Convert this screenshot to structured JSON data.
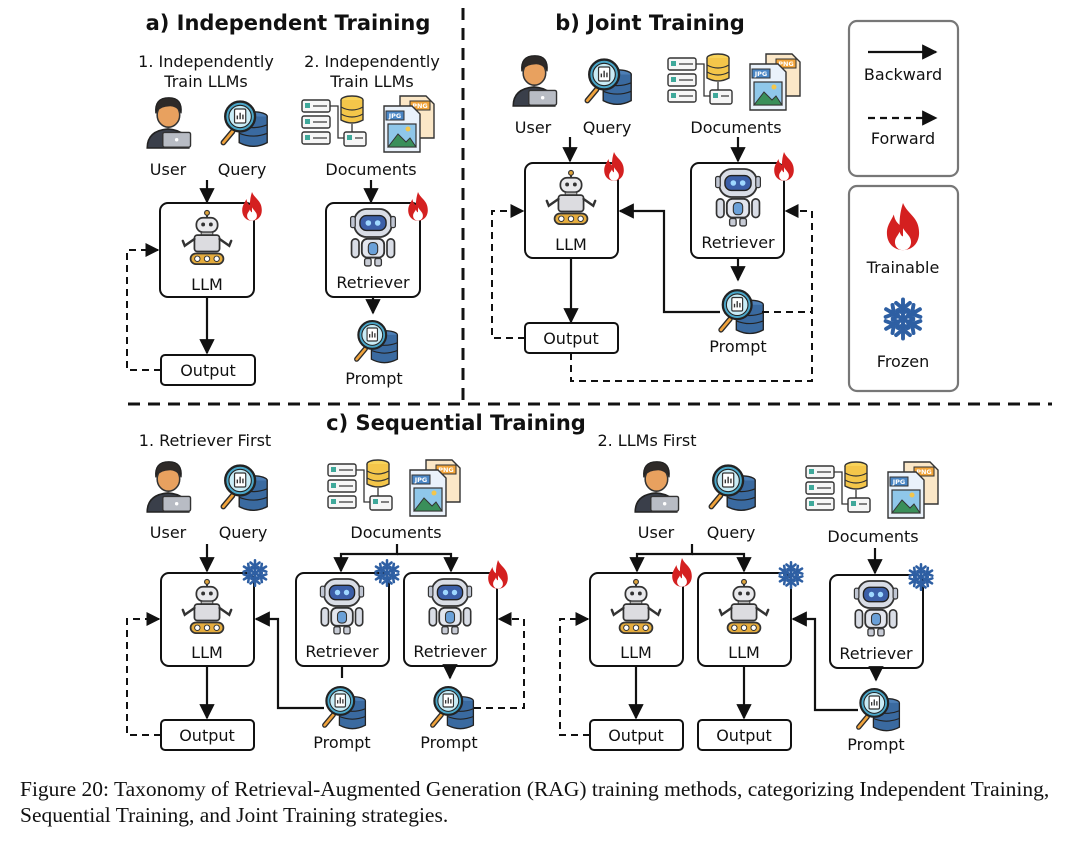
{
  "sections": {
    "independent": {
      "title": "a) Independent Training",
      "subtitle_1": [
        "1. Independently",
        "Train LLMs"
      ],
      "subtitle_2": [
        "2. Independently",
        "Train LLMs"
      ],
      "user": "User",
      "query": "Query",
      "documents": "Documents",
      "llm": "LLM",
      "retriever": "Retriever",
      "output": "Output",
      "prompt": "Prompt"
    },
    "joint": {
      "title": "b) Joint Training",
      "user": "User",
      "query": "Query",
      "documents": "Documents",
      "llm": "LLM",
      "retriever": "Retriever",
      "output": "Output",
      "prompt": "Prompt"
    },
    "sequential": {
      "title": "c) Sequential Training",
      "retriever_first": {
        "label": "1. Retriever First",
        "user": "User",
        "query": "Query",
        "documents": "Documents",
        "llm": "LLM",
        "retriever_a": "Retriever",
        "retriever_b": "Retriever",
        "output": "Output",
        "prompt_a": "Prompt",
        "prompt_b": "Prompt"
      },
      "llms_first": {
        "label": "2. LLMs First",
        "user": "User",
        "query": "Query",
        "documents": "Documents",
        "llm_a": "LLM",
        "llm_b": "LLM",
        "retriever": "Retriever",
        "output_a": "Output",
        "output_b": "Output",
        "prompt": "Prompt"
      }
    }
  },
  "legend": {
    "backward": "Backward",
    "forward": "Forward",
    "trainable": "Trainable",
    "frozen": "Frozen"
  },
  "icons": {
    "trainable": "flame-icon",
    "frozen": "snowflake-icon",
    "user": "user-laptop-icon",
    "query": "magnifier-database-icon",
    "documents": "documents-icon",
    "model": "robot-icon"
  },
  "colors": {
    "flame": "#d42020",
    "snowflake": "#2e5fa3",
    "skin": "#e8a15f",
    "shirt": "#3a3f4a",
    "robot_blue": "#3c5fa8",
    "db_blue": "#3a6aa0",
    "lens": "#4aa6c8",
    "jpg": "#4a86c5",
    "png": "#f2a43a",
    "doc_green": "#3fa89a",
    "doc_yellow": "#f4c64a"
  },
  "caption": "Figure 20: Taxonomy of Retrieval-Augmented Generation (RAG) training methods, categorizing Independent Training, Sequential Training, and Joint Training strategies."
}
